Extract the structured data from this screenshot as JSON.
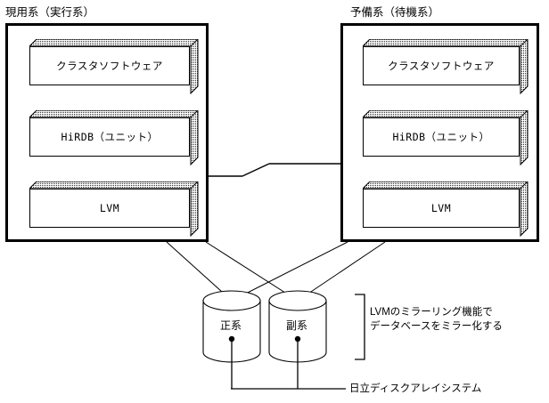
{
  "diagram": {
    "type": "architecture-diagram",
    "systems": [
      {
        "id": "active",
        "title": "現用系（実行系）",
        "components": [
          {
            "id": "cluster-software",
            "label": "クラスタソフトウェア"
          },
          {
            "id": "hirdb-unit",
            "label": "HiRDB（ユニット）"
          },
          {
            "id": "lvm",
            "label": "LVM"
          }
        ]
      },
      {
        "id": "standby",
        "title": "予備系（待機系）",
        "components": [
          {
            "id": "cluster-software",
            "label": "クラスタソフトウェア"
          },
          {
            "id": "hirdb-unit",
            "label": "HiRDB（ユニット）"
          },
          {
            "id": "lvm",
            "label": "LVM"
          }
        ]
      }
    ],
    "disks": [
      {
        "id": "primary",
        "label": "正系"
      },
      {
        "id": "secondary",
        "label": "副系"
      }
    ],
    "annotations": {
      "mirror_note_line1": "LVMのミラーリング機能で",
      "mirror_note_line2": "データベースをミラー化する",
      "disk_array_label": "日立ディスクアレイシステム"
    },
    "colors": {
      "line": "#000000",
      "fill": "#ffffff",
      "stipple": "#303030"
    }
  }
}
